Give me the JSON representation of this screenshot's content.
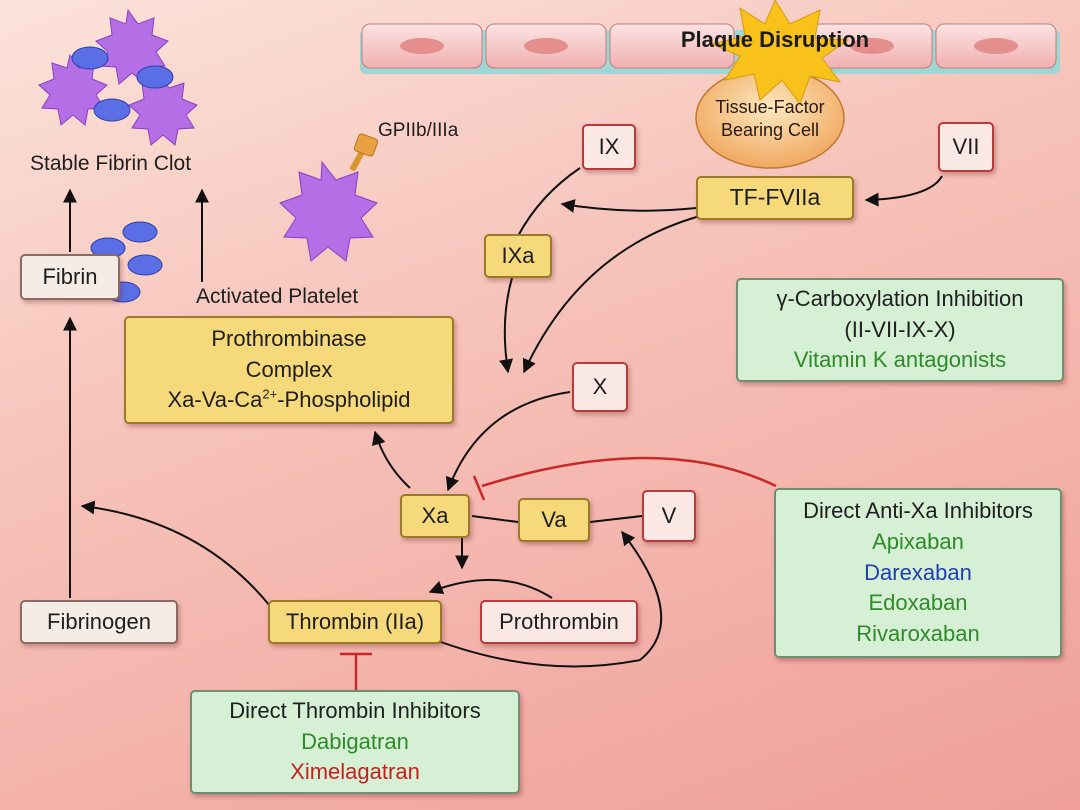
{
  "top": {
    "plaque_disruption": "Plaque Disruption",
    "tissue_factor_line1": "Tissue-Factor",
    "tissue_factor_line2": "Bearing Cell"
  },
  "labels": {
    "stable_fibrin_clot": "Stable Fibrin Clot",
    "gpiib_iiia": "GPIIb/IIIa",
    "activated_platelet": "Activated Platelet"
  },
  "factors": {
    "ix": "IX",
    "vii": "VII",
    "tf_fviia": "TF-FVIIa",
    "ixa": "IXa",
    "x": "X",
    "xa": "Xa",
    "va": "Va",
    "v": "V",
    "fibrin": "Fibrin",
    "fibrinogen": "Fibrinogen",
    "thrombin": "Thrombin (IIa)",
    "prothrombin": "Prothrombin"
  },
  "prothrombinase": {
    "line1": "Prothrombinase",
    "line2": "Complex",
    "line3_pre": "Xa-Va-Ca",
    "line3_sup": "2+",
    "line3_post": "-Phospholipid"
  },
  "vitamin_k_box": {
    "title": "γ-Carboxylation Inhibition",
    "factors": "(II-VII-IX-X)",
    "drug": "Vitamin K antagonists"
  },
  "anti_xa_box": {
    "title": "Direct Anti-Xa Inhibitors",
    "drugs": [
      "Apixaban",
      "Darexaban",
      "Edoxaban",
      "Rivaroxaban"
    ]
  },
  "thrombin_inhibitor_box": {
    "title": "Direct Thrombin Inhibitors",
    "drugs": [
      "Dabigatran",
      "Ximelagatran"
    ]
  },
  "colors": {
    "yellow_box": "#f6d97a",
    "factor_border": "#b83a3a",
    "inhibitor_box": "#d6f0d6",
    "drug_green": "#2f8a2a",
    "drug_blue": "#1f3fae",
    "drug_red": "#c81e1e",
    "inhibition_line": "#c82828",
    "platelet": "#b46ee6",
    "rbc": "#5a6ee6",
    "starburst": "#f8c21a"
  }
}
